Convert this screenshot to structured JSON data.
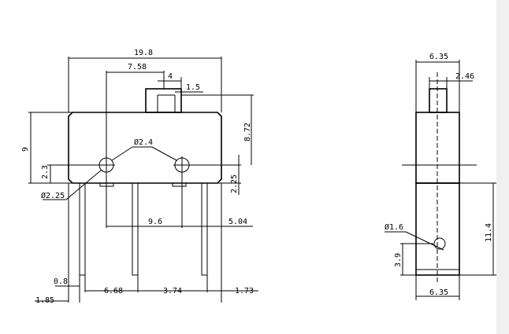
{
  "front_view": {
    "overall_width": "19.8",
    "pin_offset": "7.58",
    "button_width": "4",
    "button_height": "1.5",
    "body_height": "9",
    "total_height": "8.72",
    "hole_height": "2.3",
    "hole_dia": "Ø2.4",
    "hole_dia_small": "Ø2.25",
    "hole_to_bottom": "2.25",
    "hole_spacing": "9.6",
    "pin_gap_right": "5.04",
    "pin_width": "0.8",
    "pin_left_offset": "1.85",
    "pin_spacing_1": "6.68",
    "pin_spacing_2": "3.74",
    "pin_right_offset": "1.73"
  },
  "side_view": {
    "top_width": "6.35",
    "button_depth": "2.46",
    "lower_height": "11.4",
    "hole_dia": "Ø1.6",
    "hole_height": "3.9",
    "bottom_width": "6.35"
  }
}
